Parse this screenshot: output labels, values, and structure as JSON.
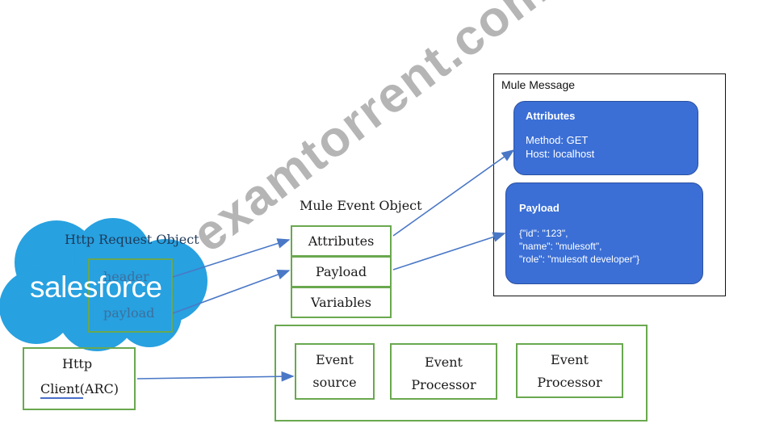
{
  "mule_message": {
    "title": "Mule Message",
    "attributes": {
      "title": "Attributes",
      "lines": [
        "Method: GET",
        "Host: localhost"
      ]
    },
    "payload": {
      "title": "Payload",
      "lines": [
        "{\"id\": \"123\",",
        "\"name\": \"mulesoft\",",
        "\"role\": \"mulesoft developer\"}"
      ]
    }
  },
  "mule_event": {
    "title": "Mule Event Object",
    "cells": [
      "Attributes",
      "Payload",
      "Variables"
    ]
  },
  "flow": {
    "source": [
      "Event",
      "source"
    ],
    "processor_1": [
      "Event",
      "Processor"
    ],
    "processor_2": [
      "Event",
      "Processor"
    ]
  },
  "http_request": {
    "title": "Http Request Object",
    "header": "header",
    "payload": "payload"
  },
  "client": {
    "line1": "Http",
    "line2": "Client(ARC)"
  },
  "brand": {
    "logo_text": "salesforce",
    "cloud_color": "#27a1e0"
  },
  "watermark": "examtorrent.com",
  "colors": {
    "box_border": "#6aa84f",
    "card_fill": "#3b6fd6",
    "arrow": "#4a78c6"
  }
}
